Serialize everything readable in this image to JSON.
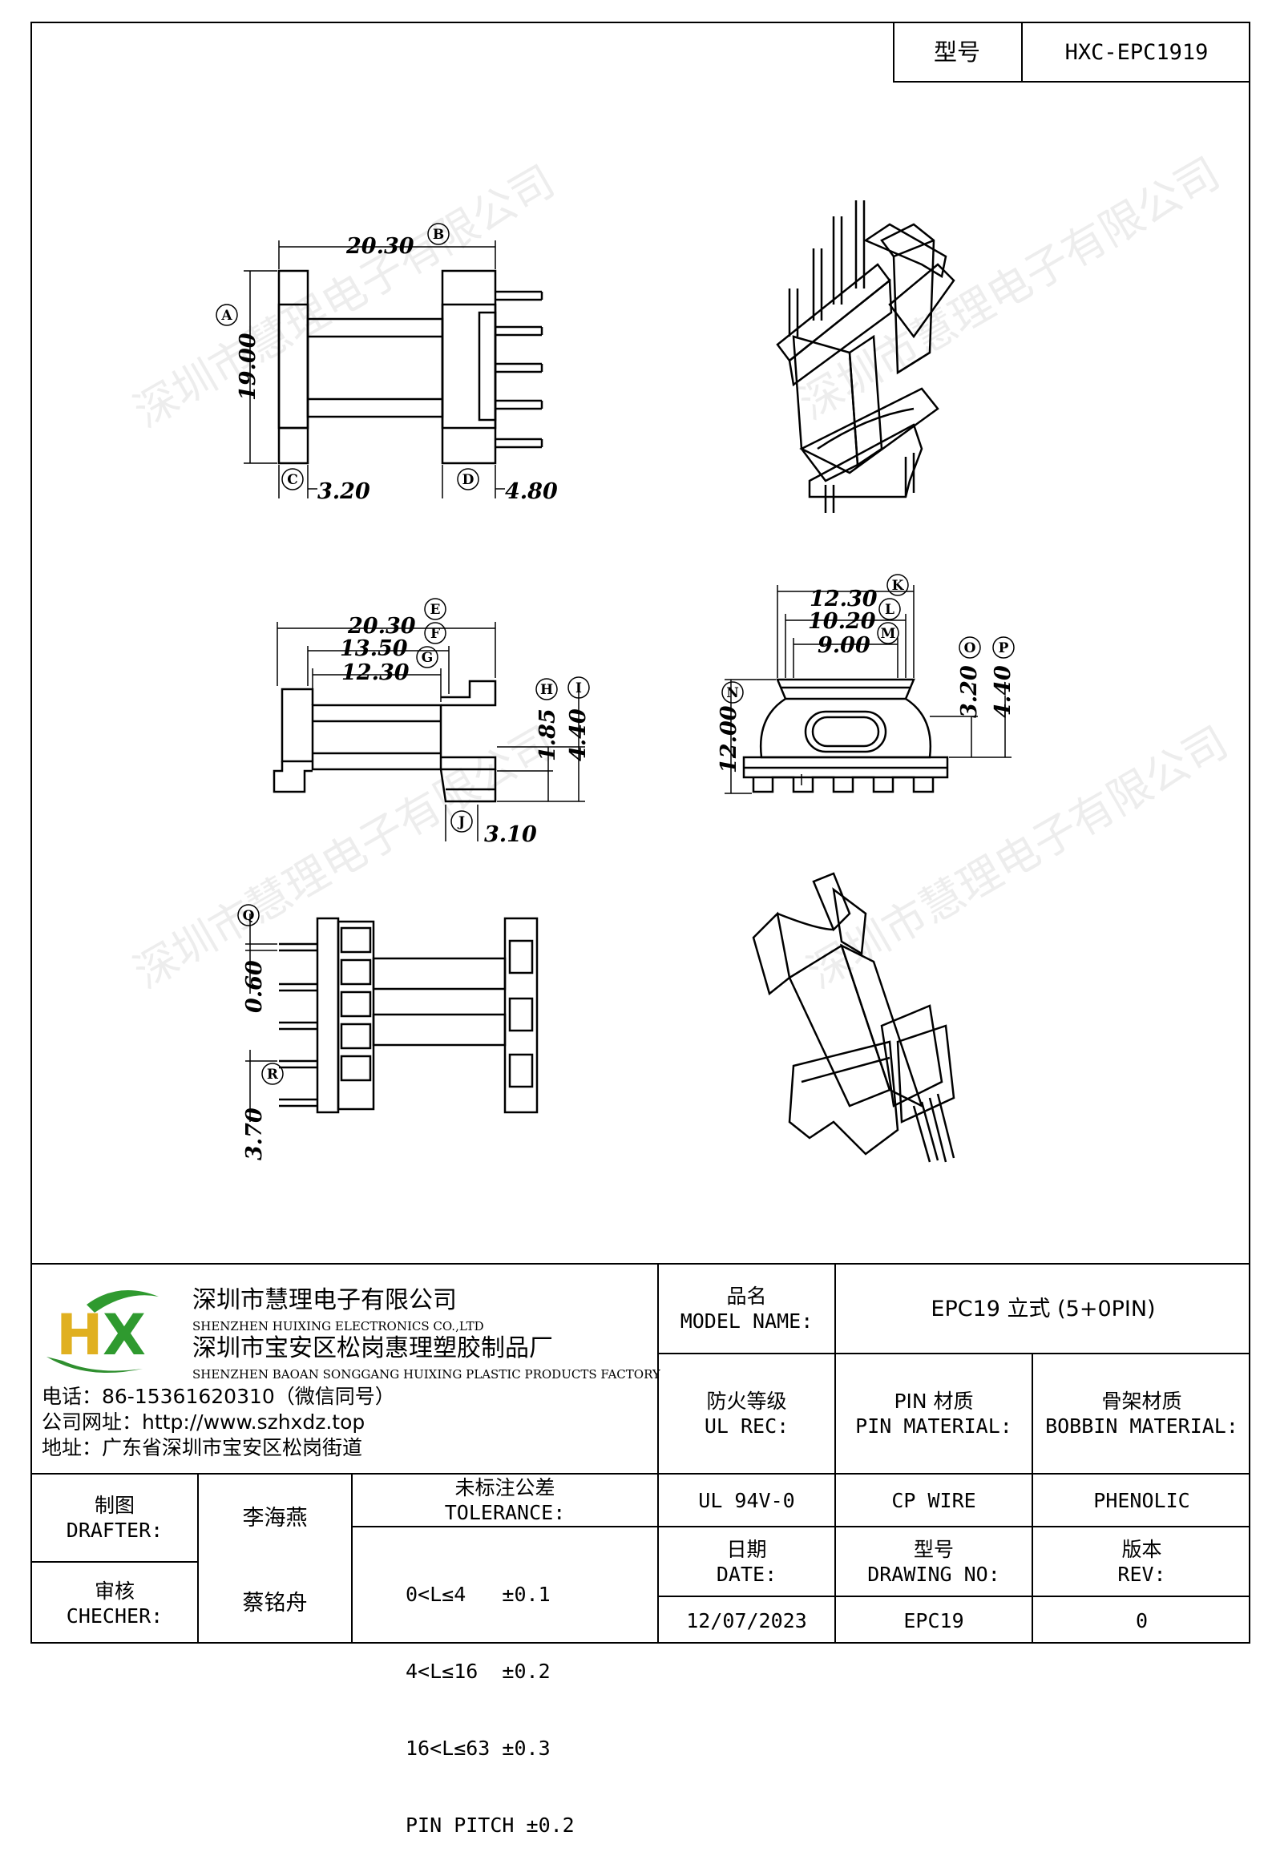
{
  "header": {
    "model_label": "型号",
    "model_value": "HXC-EPC1919"
  },
  "watermark": "深圳市慧理电子有限公司",
  "drawing": {
    "top_view": {
      "dims": [
        "20.30",
        "19.00",
        "3.20",
        "4.80"
      ],
      "markers": [
        "A",
        "B",
        "C",
        "D"
      ]
    },
    "side_view": {
      "dims": [
        "20.30",
        "13.50",
        "12.30",
        "1.85",
        "4.40",
        "3.10"
      ],
      "markers": [
        "E",
        "F",
        "G",
        "H",
        "I",
        "J"
      ]
    },
    "end_view": {
      "dims": [
        "12.30",
        "10.20",
        "9.00",
        "12.00",
        "3.20",
        "4.40"
      ],
      "markers": [
        "K",
        "L",
        "M",
        "N",
        "O",
        "P"
      ]
    },
    "bottom_view": {
      "dims": [
        "0.60",
        "3.70"
      ],
      "markers": [
        "Q",
        "R"
      ]
    }
  },
  "company": {
    "logo_letters": "HX",
    "name_cn": "深圳市慧理电子有限公司",
    "name_en": "SHENZHEN HUIXING ELECTRONICS CO.,LTD",
    "factory_cn": "深圳市宝安区松岗惠理塑胶制品厂",
    "factory_en": "SHENZHEN BAOAN SONGGANG HUIXING PLASTIC PRODUCTS FACTORY",
    "phone": "电话：86-15361620310（微信同号）",
    "website": "公司网址：http://www.szhxdz.top",
    "address": "地址：广东省深圳市宝安区松岗街道"
  },
  "title_block": {
    "model_name_cn": "品名",
    "model_name_en": "MODEL NAME:",
    "model_name_value": "EPC19 立式 (5+0PIN)",
    "ul_cn": "防火等级",
    "ul_en": "UL REC:",
    "pin_cn": "PIN 材质",
    "pin_en": "PIN MATERIAL:",
    "bobbin_cn": "骨架材质",
    "bobbin_en": "BOBBIN MATERIAL:",
    "ul_value": "UL 94V-0",
    "pin_value": "CP WIRE",
    "bobbin_value": "PHENOLIC",
    "date_cn": "日期",
    "date_en": "DATE:",
    "drawing_cn": "型号",
    "drawing_en": "DRAWING NO:",
    "rev_cn": "版本",
    "rev_en": "REV:",
    "date_value": "12/07/2023",
    "drawing_value": "EPC19",
    "rev_value": "0",
    "drafter_cn": "制图",
    "drafter_en": "DRAFTER:",
    "drafter_name": "李海燕",
    "checker_cn": "审核",
    "checker_en": "CHECHER:",
    "checker_name": "蔡铭舟",
    "tolerance_cn": "未标注公差",
    "tolerance_en": "TOLERANCE:",
    "tolerances": [
      "0<L≤4   ±0.1",
      "4<L≤16  ±0.2",
      "16<L≤63 ±0.3",
      "PIN PITCH ±0.2"
    ]
  }
}
